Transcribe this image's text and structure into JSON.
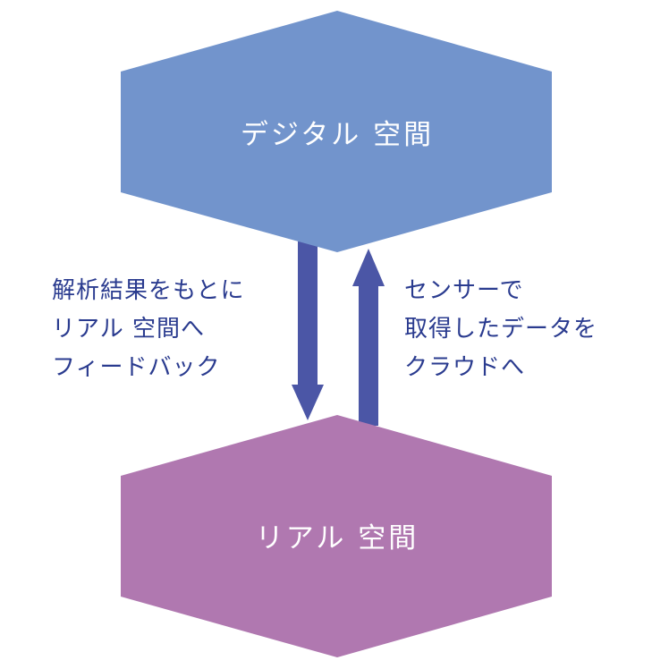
{
  "colors": {
    "digital_fill": "#7294cc",
    "real_fill": "#b078b0",
    "arrow": "#4b56a6",
    "note_text": "#2a3b8f",
    "shape_text": "#ffffff"
  },
  "nodes": {
    "digital_space": {
      "label": "デジタル 空間"
    },
    "real_space": {
      "label": "リアル 空間"
    }
  },
  "notes": {
    "feedback": {
      "lines": [
        "解析結果をもとに",
        "リアル 空間へ",
        "フィードバック"
      ]
    },
    "upload": {
      "lines": [
        "センサーで",
        "取得したデータを",
        "クラウドへ"
      ]
    }
  },
  "arrows": [
    {
      "from": "digital_space",
      "to": "real_space",
      "direction": "down"
    },
    {
      "from": "real_space",
      "to": "digital_space",
      "direction": "up"
    }
  ]
}
